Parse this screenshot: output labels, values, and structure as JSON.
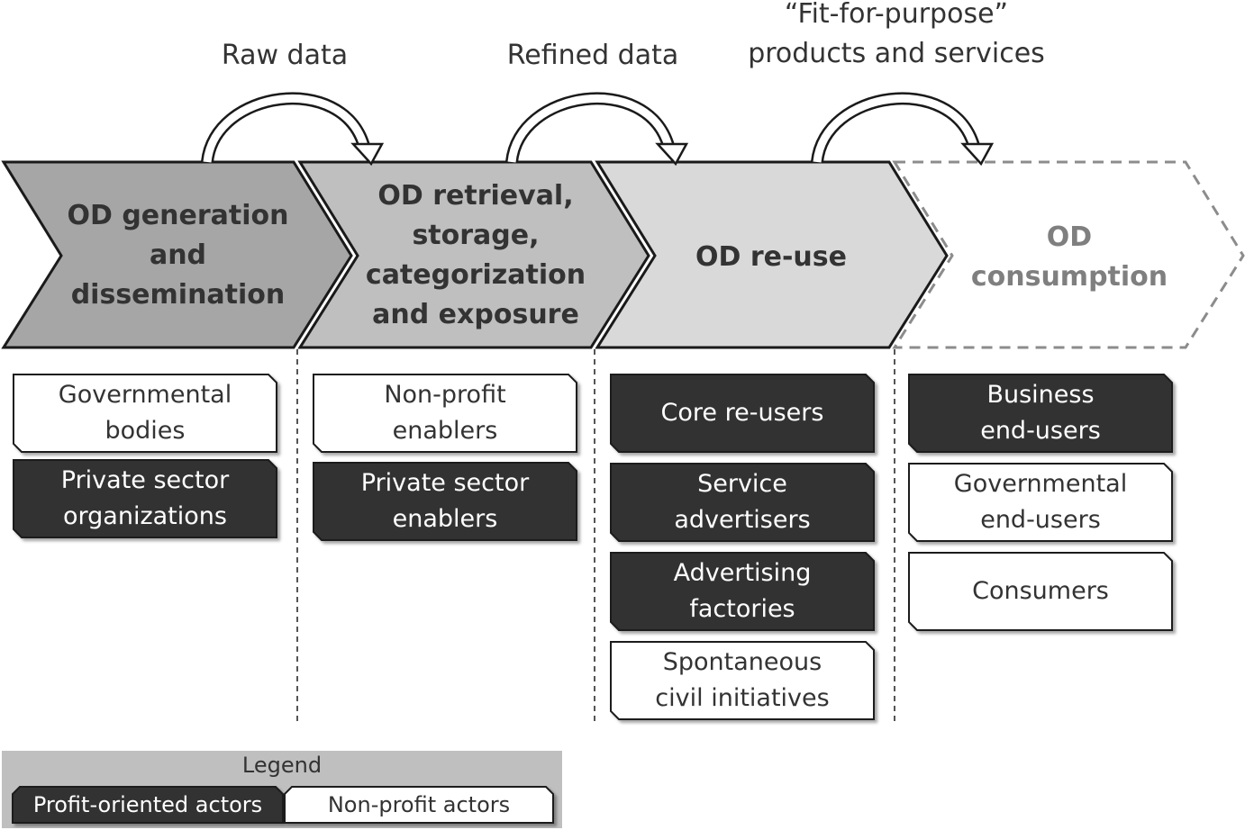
{
  "flows": [
    {
      "label": "Raw data"
    },
    {
      "label": "Refined data"
    },
    {
      "label_line1": "“Fit-for-purpose”",
      "label_line2": "products and services"
    }
  ],
  "stages": [
    {
      "line1": "OD generation",
      "line2": "and",
      "line3": "dissemination",
      "fill": "#a6a6a6",
      "text_color": "#333333"
    },
    {
      "line1": "OD retrieval,",
      "line2": "storage,",
      "line3": "categorization",
      "line4": "and exposure",
      "fill": "#bfbfbf",
      "text_color": "#333333"
    },
    {
      "line1": "OD re-use",
      "fill": "#d9d9d9",
      "text_color": "#333333"
    },
    {
      "line1": "OD",
      "line2": "consumption",
      "fill": "#ffffff",
      "text_color": "#7f7f7f"
    }
  ],
  "columns": [
    {
      "actors": [
        {
          "line1": "Governmental",
          "line2": "bodies",
          "type": "non-profit"
        },
        {
          "line1": "Private sector",
          "line2": "organizations",
          "type": "profit"
        }
      ]
    },
    {
      "actors": [
        {
          "line1": "Non-profit",
          "line2": "enablers",
          "type": "non-profit"
        },
        {
          "line1": "Private sector",
          "line2": "enablers",
          "type": "profit"
        }
      ]
    },
    {
      "actors": [
        {
          "line1": "Core re-users",
          "type": "profit"
        },
        {
          "line1": "Service",
          "line2": "advertisers",
          "type": "profit"
        },
        {
          "line1": "Advertising",
          "line2": "factories",
          "type": "profit"
        },
        {
          "line1": "Spontaneous",
          "line2": "civil initiatives",
          "type": "non-profit"
        }
      ]
    },
    {
      "actors": [
        {
          "line1": "Business",
          "line2": "end-users",
          "type": "profit"
        },
        {
          "line1": "Governmental",
          "line2": "end-users",
          "type": "non-profit"
        },
        {
          "line1": "Consumers",
          "type": "non-profit"
        }
      ]
    }
  ],
  "legend": {
    "title": "Legend",
    "profit_label": "Profit-oriented actors",
    "nonprofit_label": "Non-profit actors",
    "background": "#bfbfbf"
  },
  "colors": {
    "profit_fill": "#333333",
    "nonprofit_fill": "#ffffff",
    "outline": "#1a1a1a",
    "divider": "#555555"
  }
}
